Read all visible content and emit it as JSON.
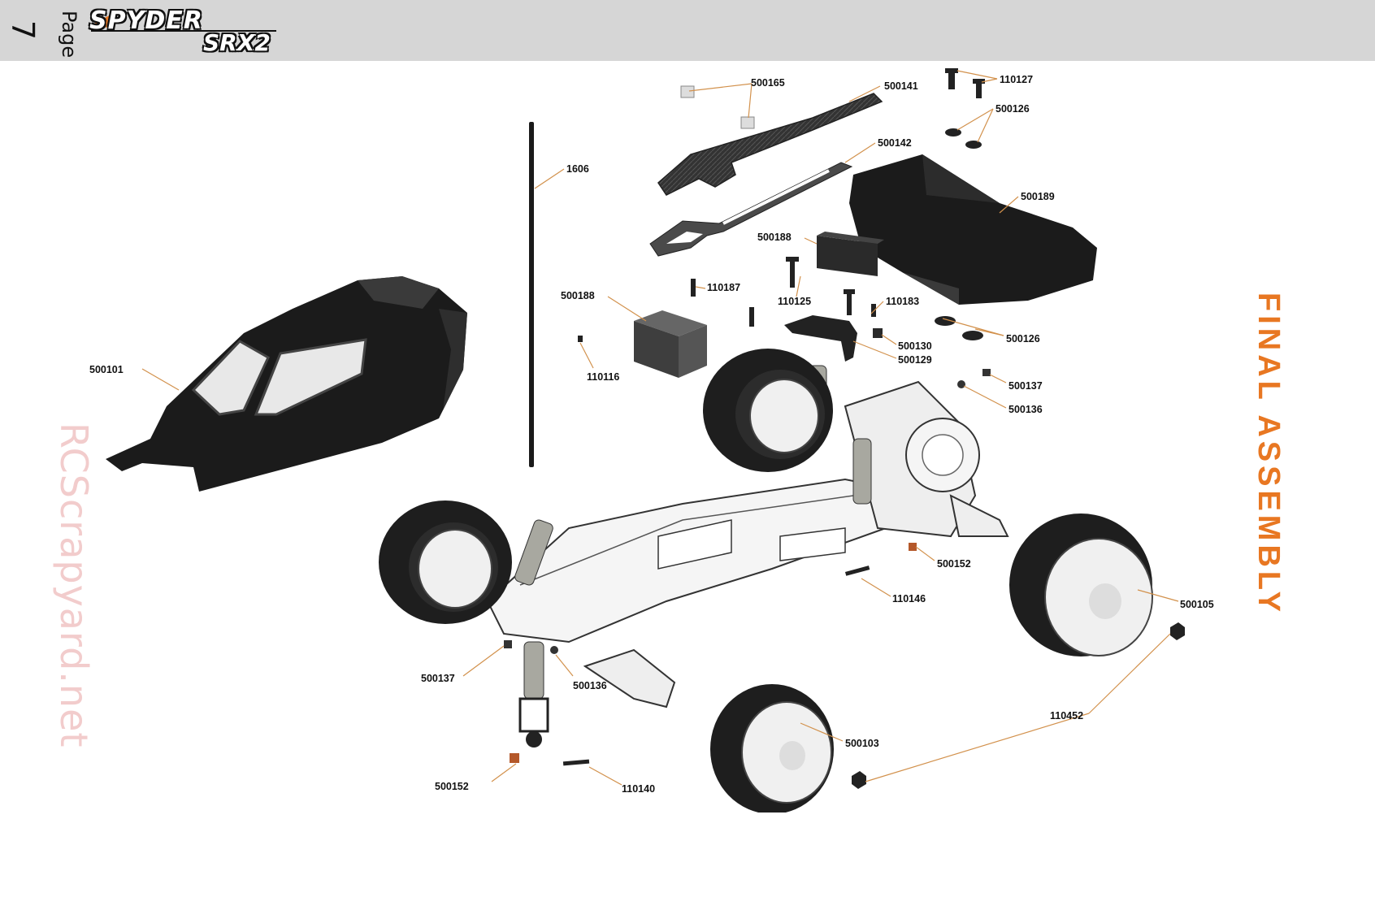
{
  "header": {
    "page_number": "7",
    "page_word": "Page",
    "logo_main": "SPYDER",
    "logo_sub": "SRX2"
  },
  "section_title": "FINAL ASSEMBLY",
  "watermark": "RCScrapyard.net",
  "part_labels": {
    "p500165": "500165",
    "p500141": "500141",
    "p110127": "110127",
    "p500126_top": "500126",
    "p1606": "1606",
    "p500142": "500142",
    "p500189": "500189",
    "p500188_pad": "500188",
    "p500188_battery": "500188",
    "p110187": "110187",
    "p110125": "110125",
    "p110183": "110183",
    "p500126_mid": "500126",
    "p500130": "500130",
    "p500129": "500129",
    "p500101": "500101",
    "p110116": "110116",
    "p500137_right": "500137",
    "p500136_right": "500136",
    "p500152_right": "500152",
    "p110146": "110146",
    "p500105": "500105",
    "p500137_left": "500137",
    "p500136_left": "500136",
    "p110452": "110452",
    "p500103": "500103",
    "p500152_left": "500152",
    "p110140": "110140"
  },
  "colors": {
    "header_bg": "#d6d6d6",
    "accent_orange": "#e87722",
    "watermark_pink": "#f2cccc",
    "leader_line": "#d2914c"
  }
}
